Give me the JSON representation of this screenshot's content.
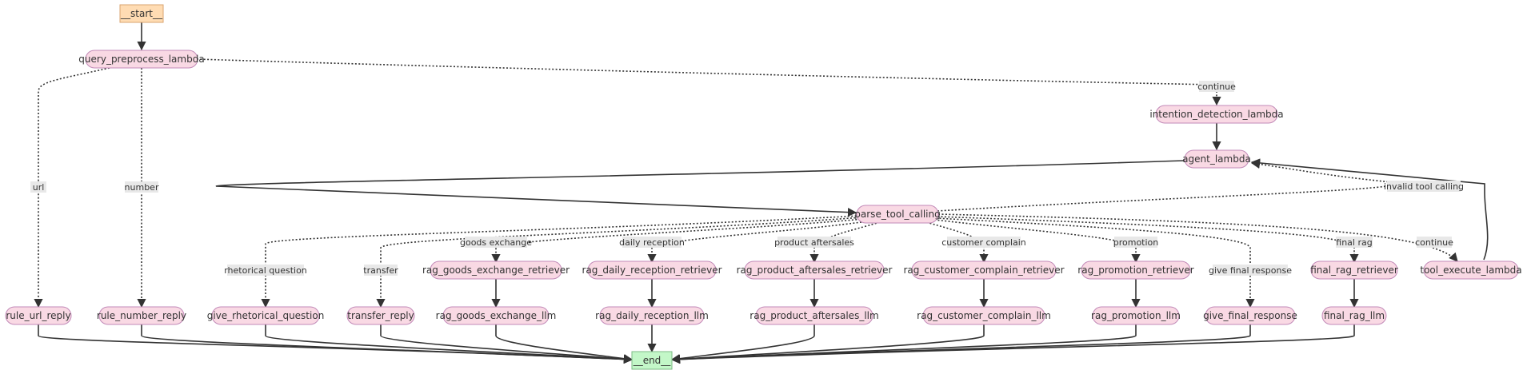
{
  "nodes": {
    "start": "__start__",
    "end": "__end__",
    "query_preprocess_lambda": "query_preprocess_lambda",
    "intention_detection_lambda": "intention_detection_lambda",
    "agent_lambda": "agent_lambda",
    "parse_tool_calling": "parse_tool_calling",
    "rule_url_reply": "rule_url_reply",
    "rule_number_reply": "rule_number_reply",
    "give_rhetorical_question": "give_rhetorical_question",
    "transfer_reply": "transfer_reply",
    "rag_goods_exchange_retriever": "rag_goods_exchange_retriever",
    "rag_goods_exchange_llm": "rag_goods_exchange_llm",
    "rag_daily_reception_retriever": "rag_daily_reception_retriever",
    "rag_daily_reception_llm": "rag_daily_reception_llm",
    "rag_product_aftersales_retriever": "rag_product_aftersales_retriever",
    "rag_product_aftersales_llm": "rag_product_aftersales_llm",
    "rag_customer_complain_retriever": "rag_customer_complain_retriever",
    "rag_customer_complain_llm": "rag_customer_complain_llm",
    "rag_promotion_retriever": "rag_promotion_retriever",
    "rag_promotion_llm": "rag_promotion_llm",
    "give_final_response": "give_final_response",
    "final_rag_retriever": "final_rag_retriever",
    "final_rag_llm": "final_rag_llm",
    "tool_execute_lambda": "tool_execute_lambda"
  },
  "edge_labels": {
    "continue_top": "continue",
    "url": "url",
    "number": "number",
    "invalid_tool_calling": "invalid tool calling",
    "goods_exchange": "goods exchange",
    "daily_reception": "daily reception",
    "product_aftersales": "product aftersales",
    "customer_complain": "customer complain",
    "promotion": "promotion",
    "final_rag": "final rag",
    "continue_tool": "continue",
    "rhetorical_question": "rhetorical question",
    "transfer": "transfer",
    "give_final_response": "give final response"
  },
  "colors": {
    "node_fill": "#f9d9e4",
    "node_border": "#c28ab8",
    "start_fill": "#ffdcb3",
    "end_fill": "#c3f7c8",
    "edge": "#333333",
    "label_bg": "#e8e8e8"
  }
}
